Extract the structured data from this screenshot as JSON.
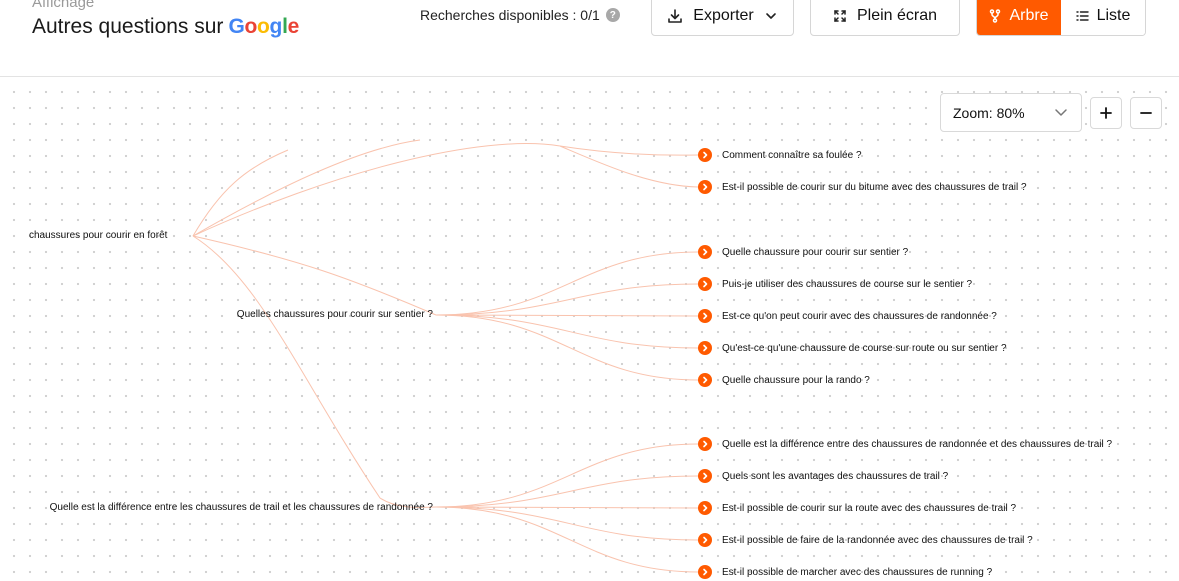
{
  "header": {
    "section_label": "Affichage",
    "title": "Autres questions sur",
    "google_letters": [
      "G",
      "o",
      "o",
      "g",
      "l",
      "e"
    ],
    "searches_available": "Recherches disponibles : 0/1",
    "help_glyph": "?"
  },
  "toolbar": {
    "export_label": "Exporter",
    "fullscreen_label": "Plein écran",
    "tree_label": "Arbre",
    "list_label": "Liste",
    "zoom_prefix": "Zoom:",
    "zoom_value": "80%"
  },
  "tree": {
    "root": "chaussures pour courir en forêt",
    "branches": [
      {
        "label": "Quelles chaussures pour courir sur sentier ?"
      },
      {
        "label": "Quelle est la différence entre les chaussures de trail et les chaussures de randonnée ?"
      }
    ],
    "leaves_top": [
      "Comment connaître sa foulée ?",
      "Est-il possible de courir sur du bitume avec des chaussures de trail ?"
    ],
    "leaves_branch_1": [
      "Quelle chaussure pour courir sur sentier ?",
      "Puis-je utiliser des chaussures de course sur le sentier ?",
      "Est-ce qu'on peut courir avec des chaussures de randonnée ?",
      "Qu'est-ce qu'une chaussure de course sur route ou sur sentier ?",
      "Quelle chaussure pour la rando ?"
    ],
    "leaves_branch_2": [
      "Quelle est la différence entre des chaussures de randonnée et des chaussures de trail ?",
      "Quels sont les avantages des chaussures de trail ?",
      "Est-il possible de courir sur la route avec des chaussures de trail ?",
      "Est-il possible de faire de la randonnée avec des chaussures de trail ?",
      "Est-il possible de marcher avec des chaussures de running ?"
    ]
  },
  "colors": {
    "accent": "#FF5A00",
    "link": "#F9C3AE",
    "google_blue": "#4285F4",
    "google_red": "#EA4335",
    "google_yellow": "#FBBC05",
    "google_green": "#34A853"
  }
}
